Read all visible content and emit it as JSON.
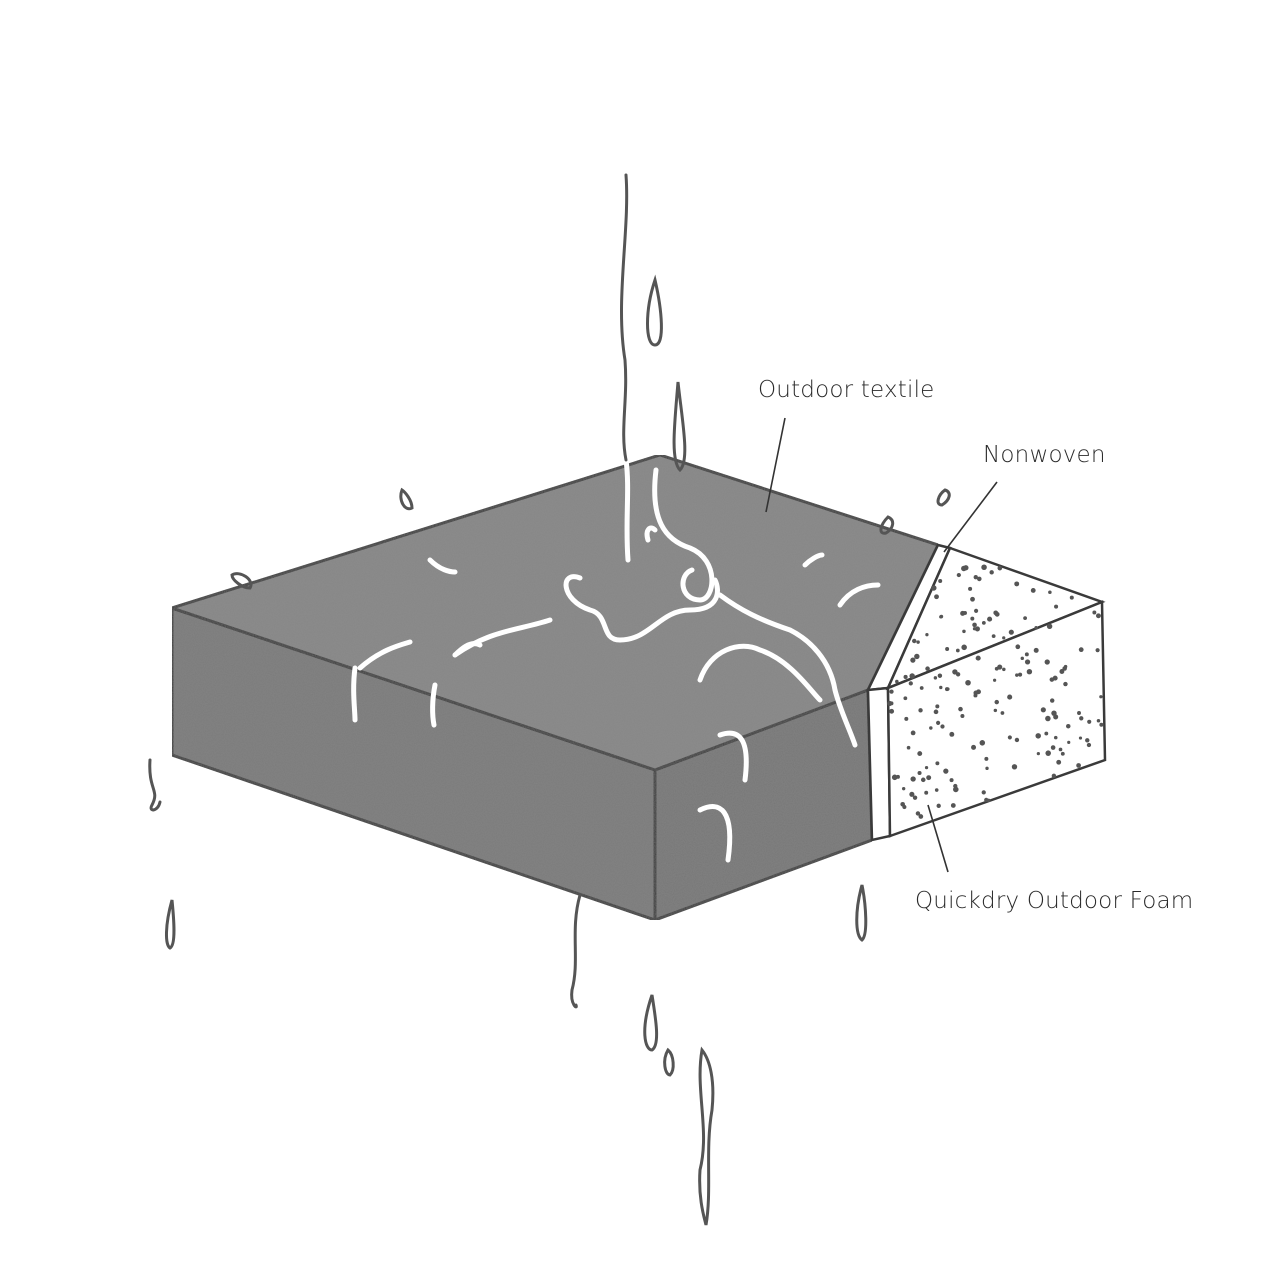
{
  "diagram": {
    "title": "Cushion layer cross-section",
    "labels": {
      "textile": "Outdoor textile",
      "nonwoven": "Nonwoven",
      "foam": "Quickdry Outdoor Foam"
    },
    "colors": {
      "textile": "#7c7c7c",
      "textile_top": "#888888",
      "outline": "#3a3a3a",
      "foam": "#ffffff",
      "foam_dots": "#555555",
      "water": "#ffffff"
    }
  }
}
